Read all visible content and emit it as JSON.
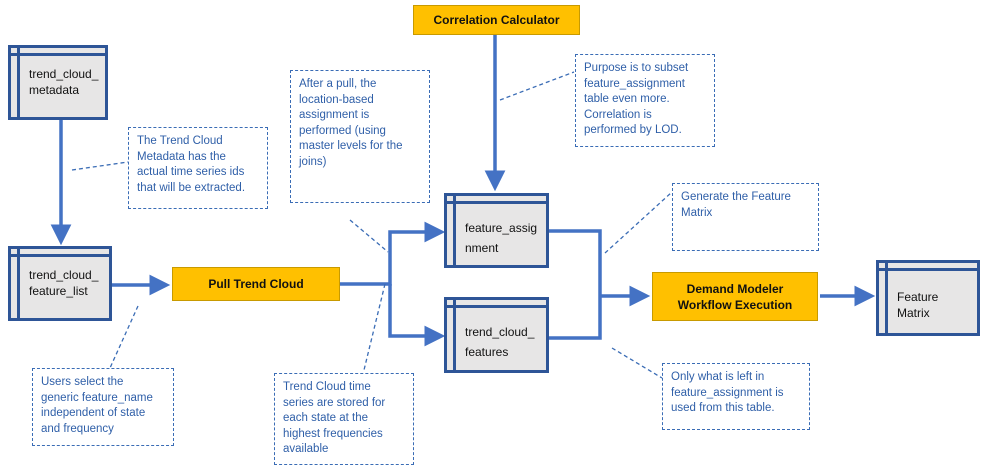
{
  "nodes": {
    "metadata": "trend_cloud_\nmetadata",
    "feature_list": "trend_cloud_\nfeature_list",
    "feature_assignment": "feature_assig\nnment",
    "trend_cloud_features": "trend_cloud_\nfeatures",
    "feature_matrix": "Feature\nMatrix"
  },
  "processes": {
    "correlation": "Correlation Calculator",
    "pull": "Pull Trend Cloud",
    "workflow": "Demand Modeler\nWorkflow Execution"
  },
  "notes": {
    "metadata_note": "The Trend Cloud\nMetadata has the\nactual time series ids\nthat will be extracted.",
    "select_note": "Users select the\ngeneric feature_name\nindependent of state\nand frequency",
    "pull_note": "After a pull, the\nlocation-based\nassignment is\nperformed (using\nmaster levels for the\njoins)",
    "stored_note": "Trend Cloud time\nseries are stored for\neach state at the\nhighest frequencies\navailable",
    "purpose_note": "Purpose is to subset\nfeature_assignment\ntable even more.\nCorrelation is\nperformed by LOD.",
    "generate_note": "Generate the Feature\nMatrix",
    "left_note": "Only what is left in\nfeature_assignment is\nused from this table."
  },
  "colors": {
    "arrow": "#4472c4",
    "process": "#ffc000",
    "node_border": "#2e5597",
    "node_fill": "#e7e6e6"
  }
}
